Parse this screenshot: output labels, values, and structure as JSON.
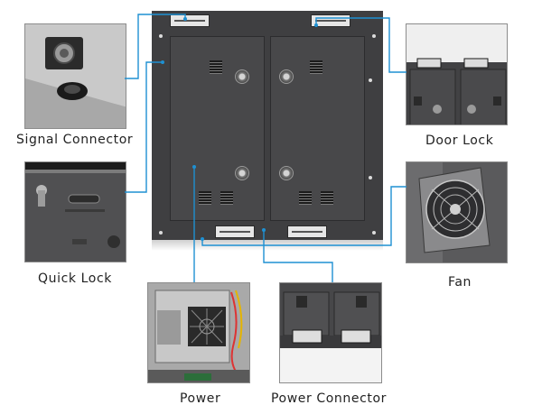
{
  "callouts": {
    "signal_connector": {
      "label": "Signal Connector"
    },
    "quick_lock": {
      "label": "Quick Lock"
    },
    "power": {
      "label": "Power"
    },
    "power_connector": {
      "label": "Power Connector"
    },
    "door_lock": {
      "label": "Door Lock"
    },
    "fan": {
      "label": "Fan"
    }
  },
  "colors": {
    "leader_line": "#1e90d2",
    "cabinet": "#3f3f41",
    "door_panel": "#48484a"
  },
  "icons": [
    "signal-connector-photo",
    "quick-lock-photo",
    "power-photo",
    "power-connector-photo",
    "door-lock-photo",
    "fan-photo"
  ]
}
